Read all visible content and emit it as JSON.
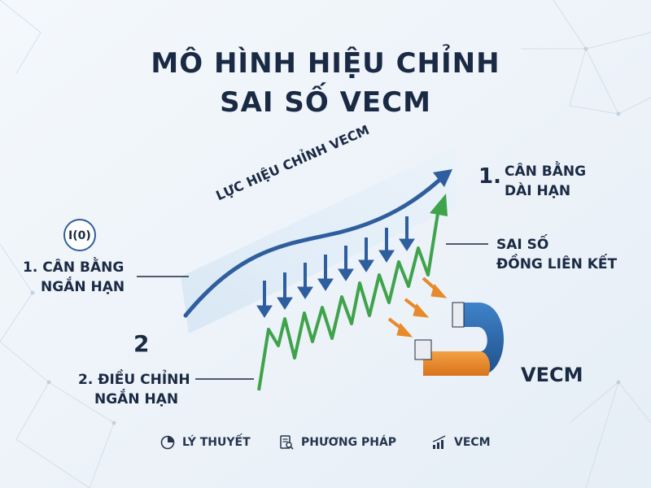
{
  "title": {
    "line1": "MÔ HÌNH HIỆU CHỈNH",
    "line2": "SAI SỐ VECM"
  },
  "arrow_label": "LỰC HIỆU CHỈNH VECM",
  "labels": {
    "long_run_number": "1.",
    "long_run_line1": "CÂN BẰNG",
    "long_run_line2": "DÀI HẠN",
    "i0_badge": "I(0)",
    "short_eq_line1": "1. CÂN BẰNG",
    "short_eq_line2": "NGẮN HẠN",
    "cointegration_line1": "SAI SỐ",
    "cointegration_line2": "ĐỒNG LIÊN KẾT",
    "step_number": "2",
    "short_adj_line1": "2. ĐIỀU CHỈNH",
    "short_adj_line2": "NGẮN HẠN",
    "magnet_label": "VECM"
  },
  "footer": {
    "items": [
      {
        "label": "LÝ THUYẾT",
        "icon": "pie-chart-icon"
      },
      {
        "label": "PHƯƠNG PHÁP",
        "icon": "document-search-icon"
      },
      {
        "label": "VECM",
        "icon": "bar-chart-icon"
      }
    ]
  },
  "colors": {
    "title": "#1b2a44",
    "blue_arrow": "#2f5e9e",
    "green_line": "#3ea34a",
    "orange": "#e8892a",
    "magnet_blue": "#2e6db3",
    "background": "#eef4f9"
  }
}
